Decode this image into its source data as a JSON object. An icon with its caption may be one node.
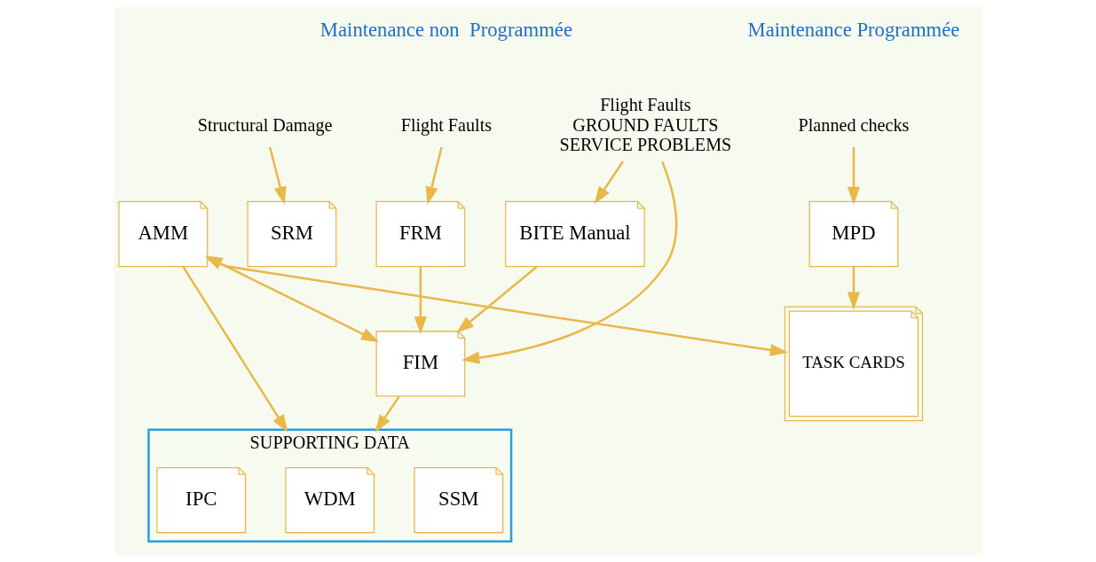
{
  "diagram": {
    "nodes": [
      {
        "text": [
          "Planned checks"
        ]
      },
      {
        "text": [
          "MPD"
        ]
      },
      {
        "text": [
          "TASK CARDS"
        ]
      },
      {
        "text": [
          "Structural Damage"
        ]
      },
      {
        "text": [
          "Flight Faults"
        ]
      },
      {
        "text": [
          "SRM"
        ]
      },
      {
        "text": [
          "FRM"
        ]
      },
      {
        "text": [
          "Flight Faults",
          "GROUND FAULTS",
          "SERVICE PROBLEMS"
        ]
      },
      {
        "text": [
          "BITE Manual"
        ]
      },
      {
        "text": [
          "AMM"
        ]
      },
      {
        "text": [
          "FIM"
        ]
      },
      {
        "text": [
          "SUPPORTING DATA"
        ]
      },
      {
        "text": [
          "SSM"
        ],
        "in": 11
      },
      {
        "text": [
          "WDM"
        ],
        "in": 11
      },
      {
        "text": [
          "IPC"
        ],
        "in": 11
      }
    ],
    "edges": [
      {
        "from": 0,
        "to": 1,
        "arrow": "to"
      },
      {
        "from": 1,
        "to": 2,
        "arrow": "to"
      },
      {
        "from": 3,
        "to": 5,
        "arrow": "to"
      },
      {
        "from": 4,
        "to": 6,
        "arrow": "to"
      },
      {
        "from": 6,
        "to": 10,
        "arrow": "to"
      },
      {
        "from": 7,
        "to": 10,
        "arrow": "to"
      },
      {
        "from": 7,
        "to": 8,
        "arrow": "to"
      },
      {
        "from": 8,
        "to": 10,
        "arrow": "to"
      },
      {
        "from": 9,
        "to": 2,
        "arrow": "to"
      },
      {
        "from": 9,
        "to": 10,
        "arrow": "both"
      },
      {
        "from": 9,
        "to": 11,
        "arrow": "to"
      },
      {
        "from": 10,
        "to": 11,
        "arrow": "to"
      }
    ],
    "labels": [
      "Maintenance Programmée",
      "Maintenance non  Programmée"
    ]
  }
}
